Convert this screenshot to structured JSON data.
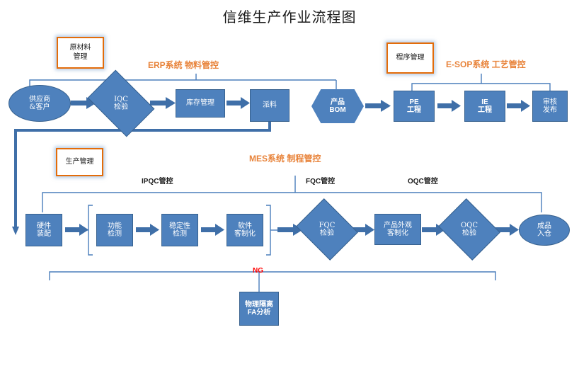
{
  "title": "信维生产作业流程图",
  "colors": {
    "node_fill": "#4e81bd",
    "node_border": "#37618e",
    "caption_orange": "#e8833a",
    "obox_border": "#e36c0a",
    "connector_blue": "#4a7ebb",
    "thick_connector": "#3f6fa8",
    "ng_red": "#ff0000",
    "text_dark": "#1a1a1a"
  },
  "captions": {
    "raw_material": "原材料\n管理",
    "program_mgmt": "程序管理",
    "production_mgmt": "生产管理",
    "erp": "ERP系统  物料管控",
    "esop": "E-SOP系统  工艺管控",
    "mes": "MES系统   制程管控",
    "ipqc": "IPQC管控",
    "fqc": "FQC管控",
    "oqc": "OQC管控",
    "ng": "NG"
  },
  "rows": {
    "material_flow": [
      {
        "id": "supplier",
        "label": "供应商\n&客户",
        "shape": "ellipse"
      },
      {
        "id": "iqc",
        "label": "IQC\n检验",
        "shape": "diamond"
      },
      {
        "id": "inventory",
        "label": "库存管理",
        "shape": "rect"
      },
      {
        "id": "dispatch",
        "label": "派料",
        "shape": "rect"
      }
    ],
    "process_flow": [
      {
        "id": "product-bom",
        "label": "产品\nBOM",
        "shape": "hexagon"
      },
      {
        "id": "pe",
        "label": "PE\n工程",
        "shape": "rect"
      },
      {
        "id": "ie",
        "label": "IE\n工程",
        "shape": "rect"
      },
      {
        "id": "release",
        "label": "审核\n发布",
        "shape": "rect"
      }
    ],
    "production_flow": [
      {
        "id": "hw-assembly",
        "label": "硬件\n装配",
        "shape": "rect"
      },
      {
        "id": "function-test",
        "label": "功能\n检测",
        "shape": "rect"
      },
      {
        "id": "stability-test",
        "label": "稳定性\n检测",
        "shape": "rect"
      },
      {
        "id": "sw-custom",
        "label": "软件\n客制化",
        "shape": "rect"
      },
      {
        "id": "fqc",
        "label": "FQC\n检验",
        "shape": "diamond"
      },
      {
        "id": "appearance",
        "label": "产品外观\n客制化",
        "shape": "rect"
      },
      {
        "id": "oqc",
        "label": "OQC\n检验",
        "shape": "diamond"
      },
      {
        "id": "warehouse",
        "label": "成品\n入仓",
        "shape": "ellipse"
      }
    ],
    "ng_flow": [
      {
        "id": "fa-analysis",
        "label": "物理隔离\nFA分析",
        "shape": "rect"
      }
    ]
  }
}
